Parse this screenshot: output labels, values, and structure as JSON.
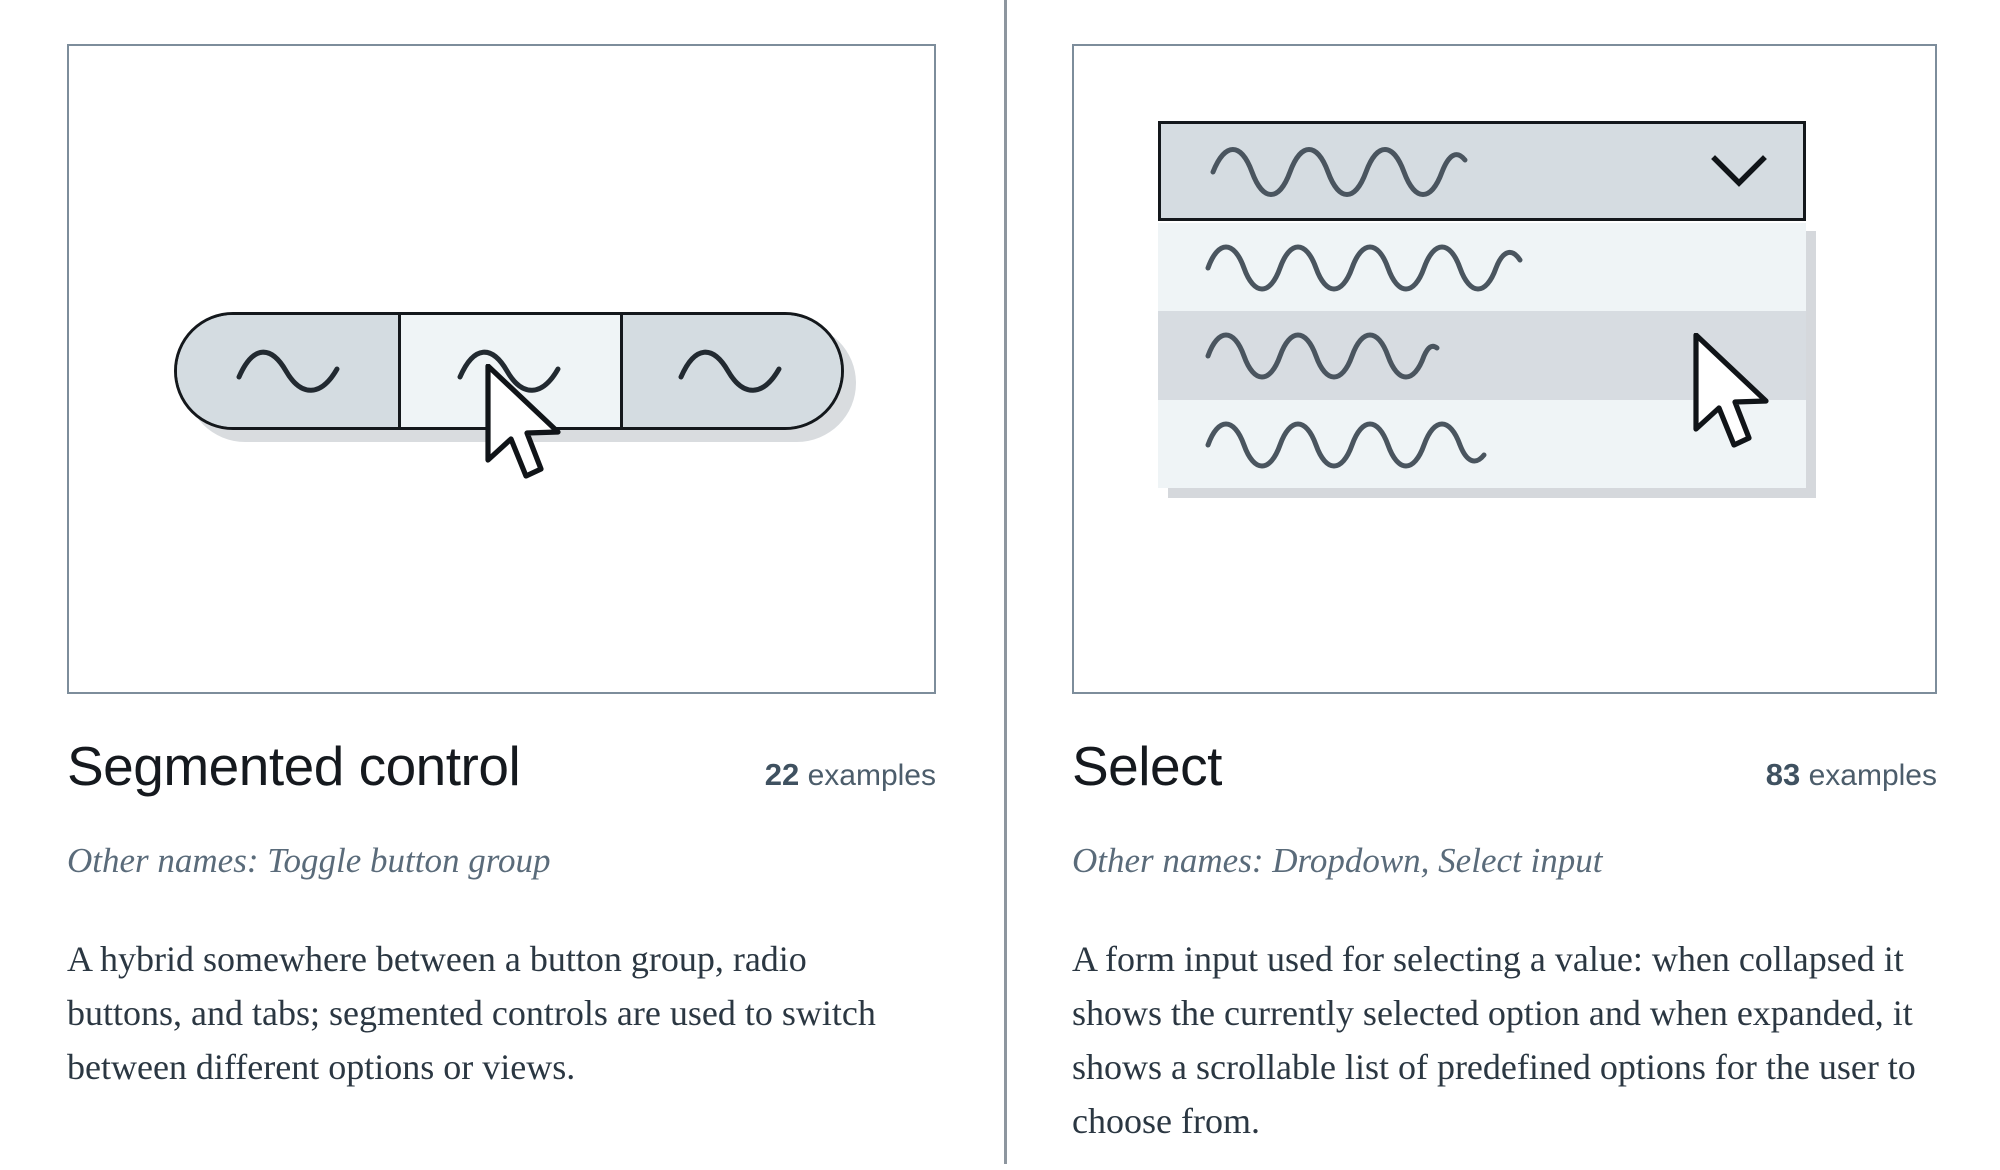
{
  "panels": [
    {
      "id": "segmented-control",
      "title": "Segmented control",
      "examples_count": "22",
      "examples_word": "examples",
      "other_names": "Other names: Toggle button group",
      "description": "A hybrid somewhere between a button group, radio buttons, and tabs; segmented controls are used to switch between different options or views.",
      "illustration": {
        "type": "segmented-control",
        "segments": [
          {
            "state": "inactive",
            "content": "squiggle"
          },
          {
            "state": "active",
            "content": "squiggle"
          },
          {
            "state": "inactive",
            "content": "squiggle"
          }
        ],
        "cursor": "arrow-pointer"
      }
    },
    {
      "id": "select",
      "title": "Select",
      "examples_count": "83",
      "examples_word": "examples",
      "other_names": "Other names: Dropdown, Select input",
      "description": "A form input used for selecting a value: when collapsed it shows the currently selected option and when expanded, it shows a scrollable list of predefined options for the user to choose from.",
      "illustration": {
        "type": "select-dropdown",
        "closed_box": {
          "content": "squiggle",
          "icon": "chevron-down-icon"
        },
        "options": [
          {
            "state": "normal",
            "content": "squiggle"
          },
          {
            "state": "highlighted",
            "content": "squiggle"
          },
          {
            "state": "normal",
            "content": "squiggle"
          }
        ],
        "cursor": "arrow-pointer"
      }
    }
  ],
  "colors": {
    "page_background": "#ffffff",
    "card_border": "#7d8d9b",
    "panel_divider": "#8d969f",
    "control_outline": "#14181c",
    "surface_inactive": "#d4dce1",
    "surface_active": "#eff4f6",
    "surface_highlight": "#d7dce1",
    "shadow": "#d0d4d8",
    "title_text": "#15191e",
    "meta_text": "#4c5d6b",
    "othernames_text": "#5a6b7a",
    "body_text": "#2b3742",
    "squiggle_stroke": "#3c4650"
  }
}
